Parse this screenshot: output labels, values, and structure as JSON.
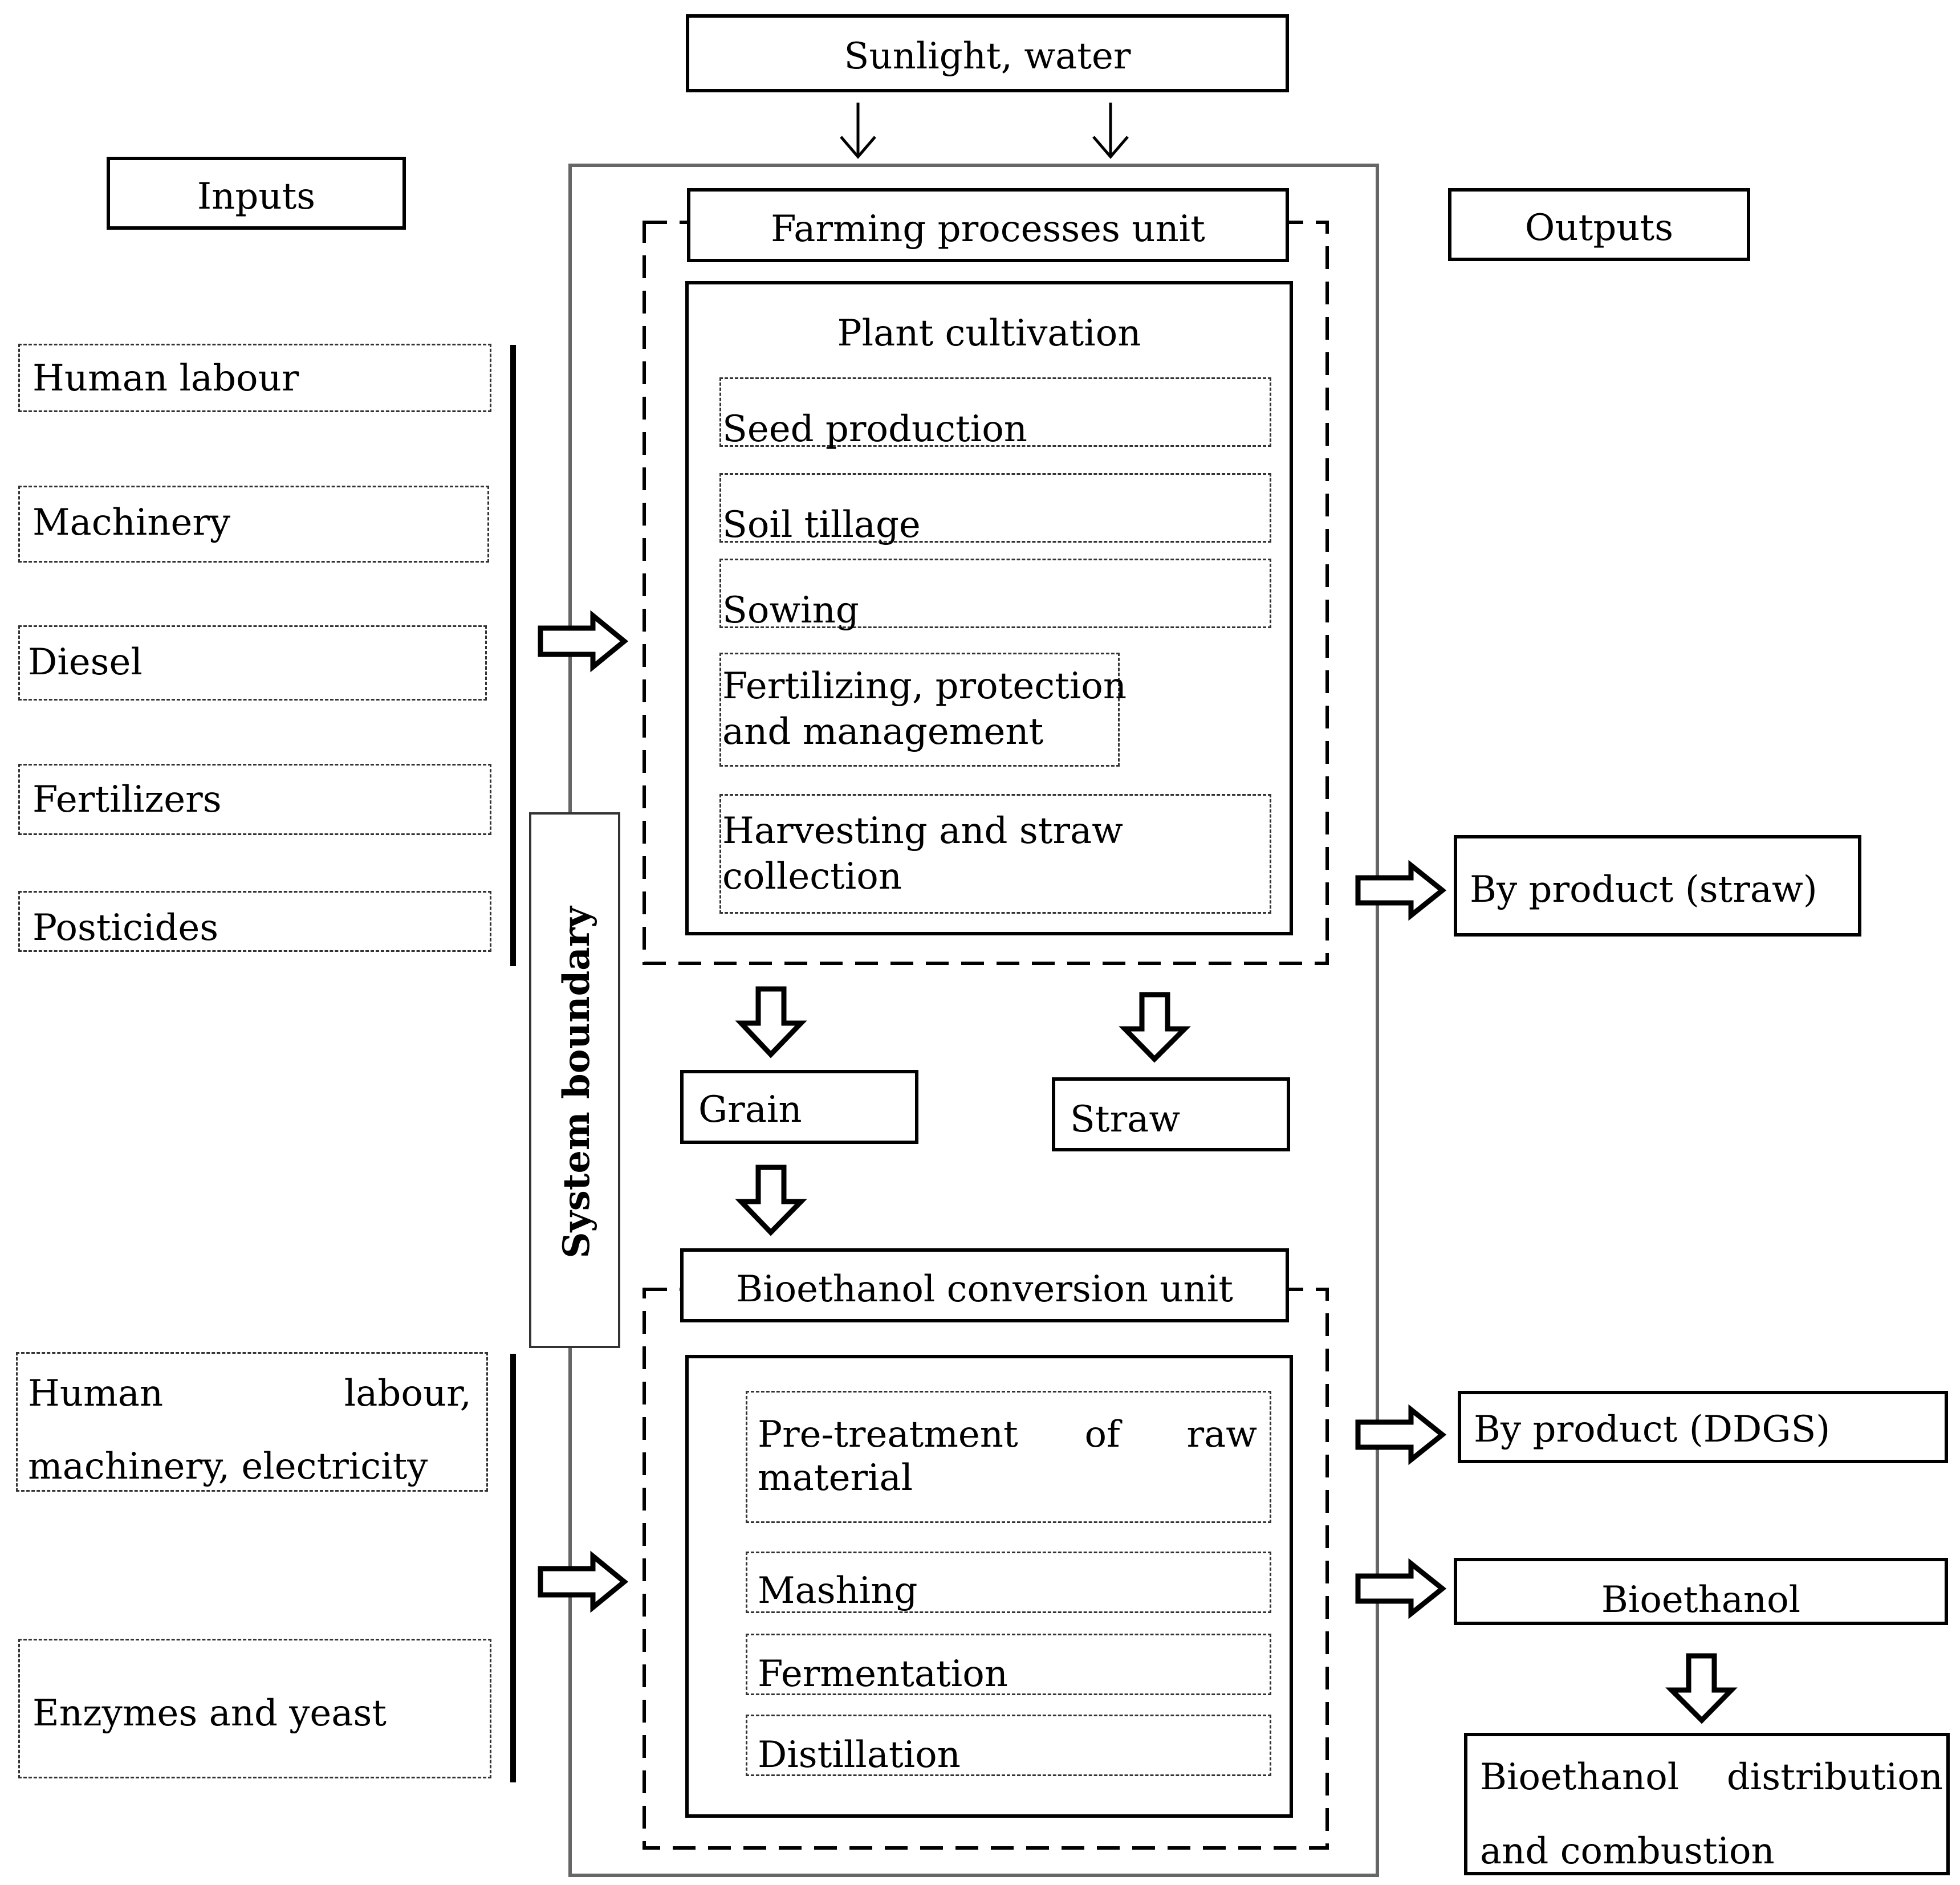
{
  "header": {
    "sunlight": "Sunlight, water"
  },
  "inputs": {
    "title": "Inputs",
    "farming": [
      "Human labour",
      "Machinery",
      "Diesel",
      "Fertilizers",
      "Posticides"
    ],
    "conversion": {
      "line1_left": "Human",
      "line1_right": "labour,",
      "line2": "machinery, electricity",
      "enzymes": "Enzymes and yeast"
    }
  },
  "boundary_label": "System boundary",
  "farming_unit": {
    "title": "Farming processes unit",
    "cultivation": "Plant cultivation",
    "steps": [
      "Seed production",
      "Soil tillage",
      "Sowing",
      "Fertilizing, protection",
      "and management",
      "Harvesting and straw",
      "collection"
    ]
  },
  "intermediate": {
    "grain": "Grain",
    "straw": "Straw"
  },
  "conversion_unit": {
    "title": "Bioethanol conversion unit",
    "pretreatment_words": [
      "Pre-treatment",
      "of",
      "raw"
    ],
    "pretreatment_line2": "material",
    "steps": [
      "Mashing",
      "Fermentation",
      "Distillation"
    ]
  },
  "outputs": {
    "title": "Outputs",
    "byproduct_straw": "By product (straw)",
    "byproduct_ddgs": "By product (DDGS)",
    "bioethanol": "Bioethanol",
    "final_left": "Bioethanol",
    "final_right": "distribution",
    "final_line2": "and combustion"
  }
}
